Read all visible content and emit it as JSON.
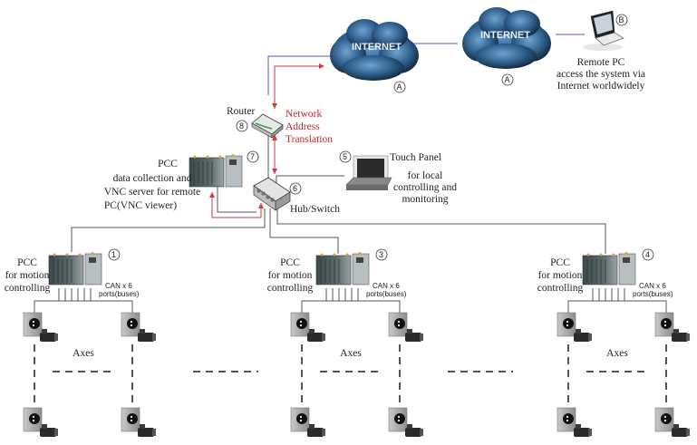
{
  "internet": {
    "cloud_label": "INTERNET",
    "badge": "A"
  },
  "remote_pc": {
    "badge": "B",
    "lines": [
      "Remote PC",
      "access the system via",
      "Internet worldwidely"
    ]
  },
  "router": {
    "label": "Router",
    "badge": "8"
  },
  "nat": {
    "lines": [
      "Network",
      "Address",
      "Translation"
    ]
  },
  "pcc_vnc": {
    "badge": "7",
    "lines": [
      "PCC",
      "data collection and",
      "VNC server for remote",
      "PC(VNC viewer)"
    ]
  },
  "touch_panel": {
    "badge": "5",
    "title": "Touch Panel",
    "lines": [
      "for local",
      "controlling and",
      "monitoring"
    ]
  },
  "hub": {
    "badge": "6",
    "label": "Hub/Switch"
  },
  "motion_pccs": [
    {
      "badge": "1",
      "lines": [
        "PCC",
        "for motion",
        "controlling"
      ],
      "can_lines": [
        "CAN x 6",
        "ports(buses)"
      ],
      "axes_label": "Axes"
    },
    {
      "badge": "3",
      "lines": [
        "PCC",
        "for motion",
        "controlling"
      ],
      "can_lines": [
        "CAN x 6",
        "ports(buses)"
      ],
      "axes_label": "Axes"
    },
    {
      "badge": "4",
      "lines": [
        "PCC",
        "for motion",
        "controlling"
      ],
      "can_lines": [
        "CAN x 6",
        "ports(buses)"
      ],
      "axes_label": "Axes"
    }
  ],
  "colors": {
    "cloud_dark": "#0d1f33",
    "cloud_light": "#4f86b8",
    "link_blue": "#5559b0",
    "link_red": "#d0393f",
    "wire_gray": "#555555"
  }
}
